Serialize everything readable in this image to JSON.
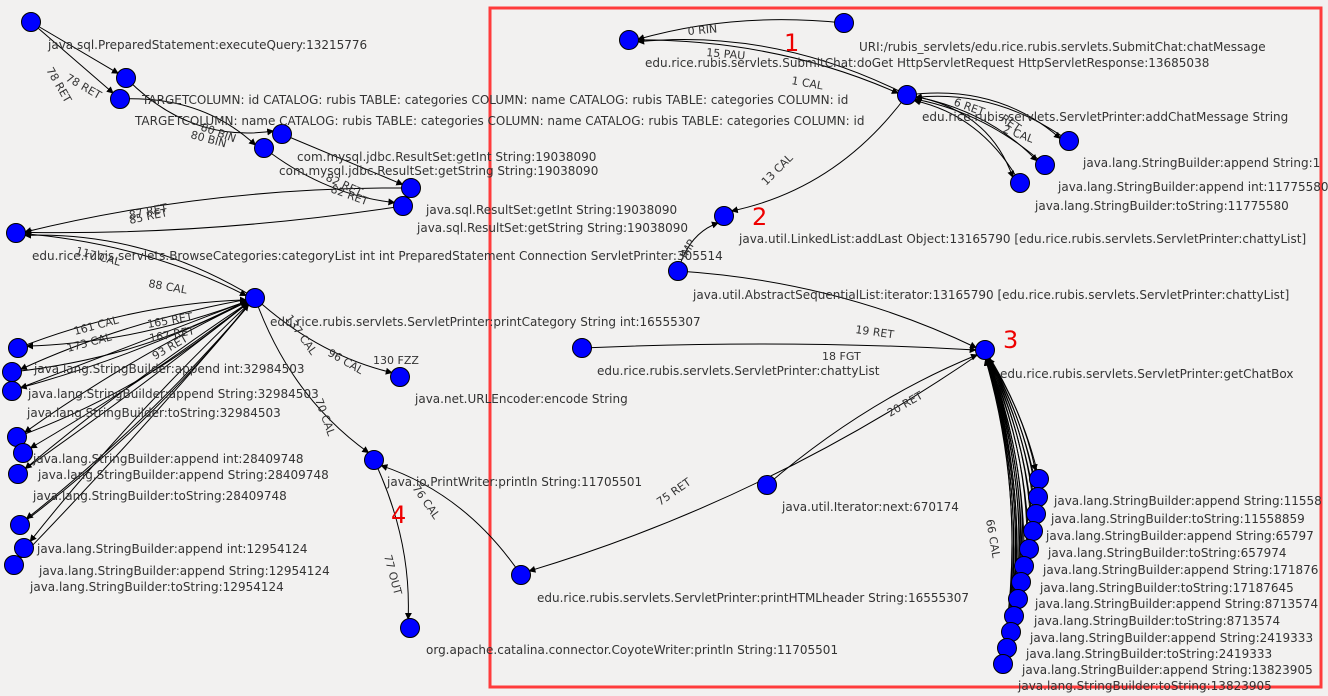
{
  "highlight_color": "#ff3b3b",
  "node_color": "#0000ff",
  "markers": [
    "1",
    "2",
    "3",
    "4"
  ],
  "nodes": {
    "top_a": "",
    "q1": "java.sql.PreparedStatement:executeQuery:13215776",
    "col1": "TARGETCOLUMN: id CATALOG: rubis TABLE: categories COLUMN: name CATALOG: rubis TABLE: categories COLUMN: id",
    "col2": "TARGETCOLUMN: name CATALOG: rubis TABLE: categories COLUMN: name CATALOG: rubis TABLE: categories COLUMN: id",
    "getInt": "com.mysql.jdbc.ResultSet:getInt String:19038090",
    "getString": "com.mysql.jdbc.ResultSet:getString String:19038090",
    "rsInt": "java.sql.ResultSet:getInt String:19038090",
    "rsString": "java.sql.ResultSet:getString String:19038090",
    "browse": "edu.rice.rubis.servlets.BrowseCategories:categoryList int int PreparedStatement Connection ServletPrinter:305514",
    "printCat": "edu.rice.rubis.servlets.ServletPrinter:printCategory String int:16555307",
    "urlenc": "java.net.URLEncoder:encode String",
    "sbA1": "java.lang.StringBuilder:append int:32984503",
    "sbA2": "java.lang.StringBuilder:append String:32984503",
    "sbT1": "java.lang.StringBuilder:toString:32984503",
    "sbA3": "java.lang.StringBuilder:append int:28409748",
    "sbA4": "java.lang.StringBuilder:append String:28409748",
    "sbT2": "java.lang.StringBuilder:toString:28409748",
    "sbA5": "java.lang.StringBuilder:append int:12954124",
    "sbA6": "java.lang.StringBuilder:append String:12954124",
    "sbT3": "java.lang.StringBuilder:toString:12954124",
    "println": "java.io.PrintWriter:println String:11705501",
    "coyote": "org.apache.catalina.connector.CoyoteWriter:println String:11705501",
    "uri": "URI:/rubis_servlets/edu.rice.rubis.servlets.SubmitChat:chatMessage",
    "doGet": "edu.rice.rubis.servlets.SubmitChat:doGet HttpServletRequest HttpServletResponse:13685038",
    "addChat": "edu.rice.rubis.servlets.ServletPrinter:addChatMessage String",
    "sbApp1": "java.lang.StringBuilder:append String:1",
    "sbAppInt": "java.lang.StringBuilder:append int:11775580",
    "sbTo1": "java.lang.StringBuilder:toString:11775580",
    "addLast": "java.util.LinkedList:addLast Object:13165790 [edu.rice.rubis.servlets.ServletPrinter:chattyList]",
    "iter": "java.util.AbstractSequentialList:iterator:13165790 [edu.rice.rubis.servlets.ServletPrinter:chattyList]",
    "chatty": "edu.rice.rubis.servlets.ServletPrinter:chattyList",
    "getChat": "edu.rice.rubis.servlets.ServletPrinter:getChatBox",
    "next": "java.util.Iterator:next:670174",
    "printHTML": "edu.rice.rubis.servlets.ServletPrinter:printHTMLheader String:16555307",
    "rc1": "java.lang.StringBuilder:append String:11558",
    "rc2": "java.lang.StringBuilder:toString:11558859",
    "rc3": "java.lang.StringBuilder:append String:65797",
    "rc4": "java.lang.StringBuilder:toString:657974",
    "rc5": "java.lang.StringBuilder:append String:171876",
    "rc6": "java.lang.StringBuilder:toString:17187645",
    "rc7": "java.lang.StringBuilder:append String:8713574",
    "rc8": "java.lang.StringBuilder:toString:8713574",
    "rc9": "java.lang.StringBuilder:append String:2419333",
    "rc10": "java.lang.StringBuilder:toString:2419333",
    "rc11": "java.lang.StringBuilder:append String:13823905",
    "rc12": "java.lang.StringBuilder:toString:13823905"
  },
  "edge_labels": {
    "e_q1a": "78 RET",
    "e_q1b": "78 RET",
    "e_col": "80 BIN",
    "e_col2": "80 BIN",
    "e_gs1": "82 RET",
    "e_gs2": "82 RET",
    "e_rs1": "87 RET",
    "e_rs2": "85 RET",
    "e_br": "117 CAL",
    "e_br2": "88 CAL",
    "e_pc1": "137 CAL",
    "e_pc2": "96 CAL",
    "e_url": "130 FZZ",
    "e_pl": "70 CAL",
    "e_sb1": "161 CAL",
    "e_sb2": "173 CAL",
    "e_sb3": "165 RET",
    "e_sb4": "167 RET",
    "e_sb5": "93 RET",
    "e_uri": "0 RIN",
    "e_doget": "15 PAU",
    "e_cal1": "1 CAL",
    "e_cal13": "13 CAL",
    "e_ret6": "6 RET",
    "e_cal2": "2 CAL",
    "e_ret": "RET",
    "e_imp": "IMP",
    "e_ret19": "19 RET",
    "e_fgt": "18 FGT",
    "e_ret20": "20 RET",
    "e_ret75": "75 RET",
    "e_cal76": "76 CAL",
    "e_out": "77 OUT",
    "e_cal66": "66 CAL"
  }
}
